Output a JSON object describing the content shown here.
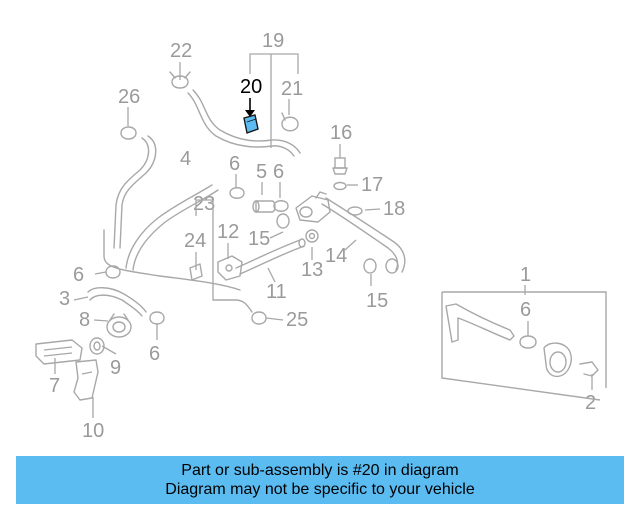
{
  "diagram": {
    "highlighted_part": "20",
    "callouts": [
      "1",
      "2",
      "3",
      "4",
      "5",
      "6",
      "6",
      "6",
      "6",
      "6",
      "7",
      "8",
      "9",
      "10",
      "11",
      "12",
      "13",
      "14",
      "15",
      "15",
      "15",
      "16",
      "17",
      "18",
      "19",
      "20",
      "21",
      "22",
      "23",
      "24",
      "25",
      "26"
    ],
    "highlight_color": "#5bbcf2"
  },
  "banner": {
    "line1": "Part or sub-assembly is #20 in diagram",
    "line2": "Diagram may not be specific to your vehicle",
    "background": "#5bbcf2"
  }
}
